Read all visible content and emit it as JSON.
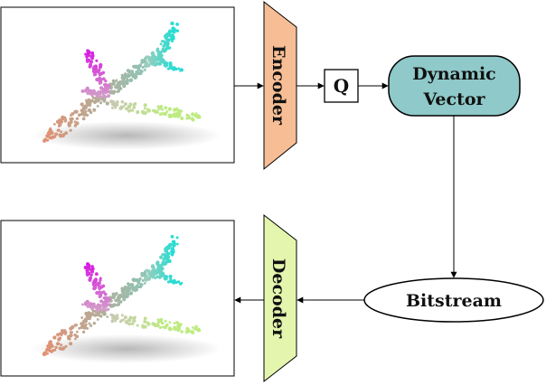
{
  "encoder": {
    "label": "Encoder",
    "color": "#f7be95"
  },
  "decoder": {
    "label": "Decoder",
    "color": "#e4f5ae"
  },
  "quantizer": {
    "label": "Q"
  },
  "dynamic_vector": {
    "line1": "Dynamic",
    "line2": "Vector",
    "color": "#8fc9c9"
  },
  "bitstream": {
    "label": "Bitstream"
  },
  "input_image": {
    "subject": "point-cloud-airplane"
  },
  "output_image": {
    "subject": "point-cloud-airplane"
  }
}
